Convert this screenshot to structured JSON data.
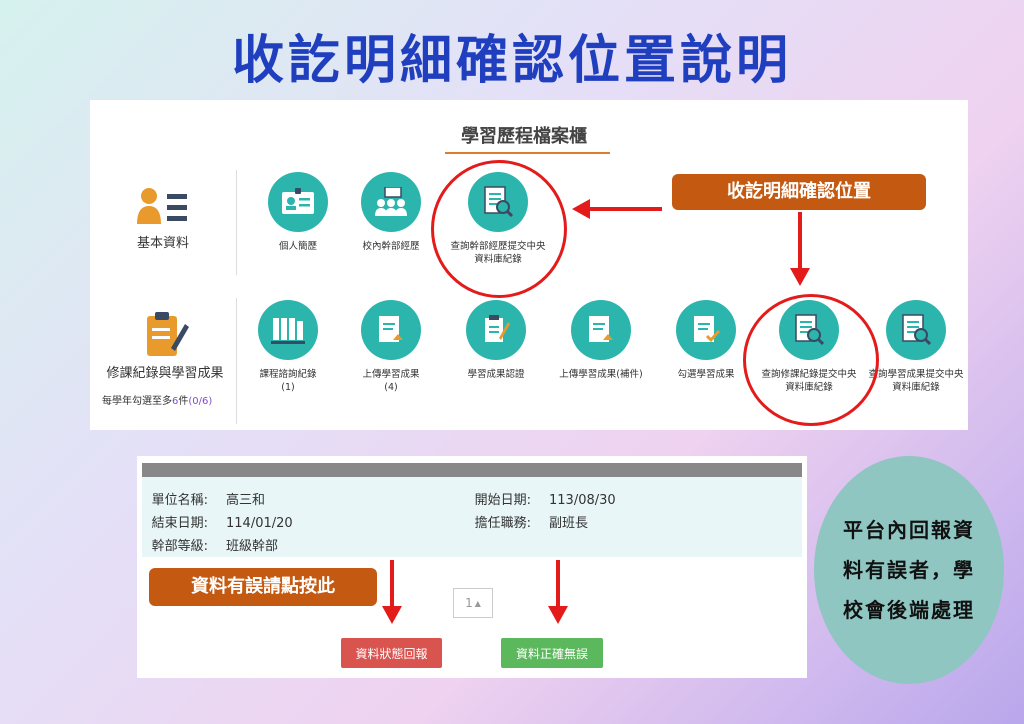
{
  "title": "收訖明細確認位置說明",
  "portfolio": {
    "heading": "學習歷程檔案櫃",
    "categories": [
      {
        "label": "基本資料"
      },
      {
        "label": "修課紀錄與學習成果",
        "note_prefix": "每學年勾選至多",
        "note_count": "6",
        "note_suffix": "件",
        "note_progress": "(0/6)"
      }
    ],
    "basic_items": [
      {
        "label": "個人簡歷",
        "icon": "id-card-icon"
      },
      {
        "label": "校內幹部經歷",
        "icon": "group-icon"
      },
      {
        "label": "查詢幹部經歷提交中央資料庫紀錄",
        "icon": "document-search-icon"
      }
    ],
    "course_items": [
      {
        "label": "課程諮詢紀錄",
        "count": "(1)",
        "icon": "books-icon"
      },
      {
        "label": "上傳學習成果",
        "count": "(4)",
        "icon": "upload-doc-icon"
      },
      {
        "label": "學習成果認證",
        "count": "",
        "icon": "certify-icon"
      },
      {
        "label": "上傳學習成果(補件)",
        "count": "",
        "icon": "upload-doc-icon"
      },
      {
        "label": "勾選學習成果",
        "count": "",
        "icon": "check-doc-icon"
      },
      {
        "label": "查詢修課紀錄提交中央資料庫紀錄",
        "count": "",
        "icon": "document-search-icon"
      },
      {
        "label": "查詢學習成果提交中央資料庫紀錄",
        "count": "",
        "icon": "document-search-icon"
      }
    ]
  },
  "callouts": {
    "confirm_location": "收訖明細確認位置",
    "click_if_wrong": "資料有誤請點按此",
    "platform_note": "平台內回報資料有誤者，學校會後端處理"
  },
  "detail": {
    "fields": [
      {
        "key": "單位名稱:",
        "value": "高三和"
      },
      {
        "key": "開始日期:",
        "value": "113/08/30"
      },
      {
        "key": "結束日期:",
        "value": "114/01/20"
      },
      {
        "key": "擔任職務:",
        "value": "副班長"
      },
      {
        "key": "幹部等級:",
        "value": "班級幹部"
      }
    ],
    "pager": "1",
    "report_button": "資料狀態回報",
    "confirm_button": "資料正確無誤"
  },
  "colors": {
    "teal": "#2bb5ad",
    "accent": "#c45a12",
    "red": "#e31b1b",
    "title": "#1f3fbf"
  }
}
